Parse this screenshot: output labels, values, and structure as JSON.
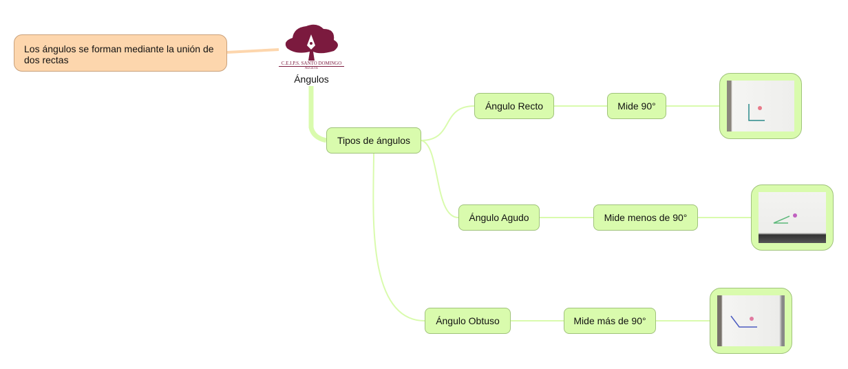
{
  "root": {
    "title": "Ángulos",
    "logo_text": "C.E.I.P.S. SANTO DOMINGO",
    "logo_subtext": "ALGETE"
  },
  "note": {
    "text": "Los ángulos se forman mediante la unión de dos rectas"
  },
  "tipos": {
    "label": "Tipos de ángulos"
  },
  "branches": [
    {
      "label": "Ángulo Recto",
      "measure": "Mide 90°"
    },
    {
      "label": "Ángulo Agudo",
      "measure": "Mide menos de 90°"
    },
    {
      "label": "Ángulo Obtuso",
      "measure": "Mide más de 90°"
    }
  ],
  "colors": {
    "node": "#d9fbad",
    "note": "#fdd6ad",
    "logo": "#7b1a3e",
    "line": "#d9fbad"
  }
}
